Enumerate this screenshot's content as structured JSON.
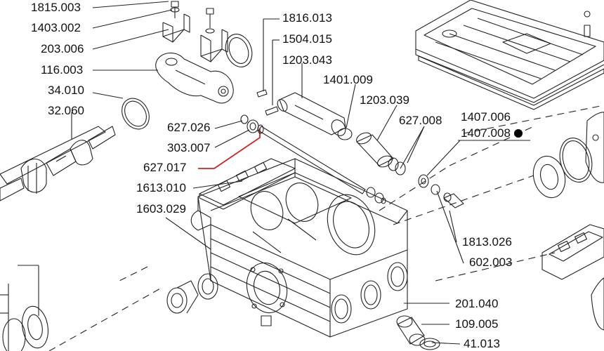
{
  "callouts": {
    "p1815_003": "1815.003",
    "p1403_002": "1403.002",
    "p203_006": "203.006",
    "p116_003": "116.003",
    "p34_010": "34.010",
    "p32_060": "32.060",
    "p1816_013": "1816.013",
    "p1504_015": "1504.015",
    "p1203_043": "1203.043",
    "p1401_009": "1401.009",
    "p1203_039": "1203.039",
    "p627_008": "627.008",
    "p1407_006": "1407.006",
    "p1407_008": "1407.008",
    "p627_026": "627.026",
    "p303_007": "303.007",
    "p627_017": "627.017",
    "p1613_010": "1613.010",
    "p1603_029": "1603.029",
    "p1813_026": "1813.026",
    "p602_003": "602.003",
    "p201_040": "201.040",
    "p109_005": "109.005",
    "p41_013": "41.013"
  },
  "colors": {
    "line": "#222222",
    "highlight": "#d62020",
    "bullet": "#000000"
  },
  "icons": {
    "marker": "filled-circle-bullet"
  }
}
